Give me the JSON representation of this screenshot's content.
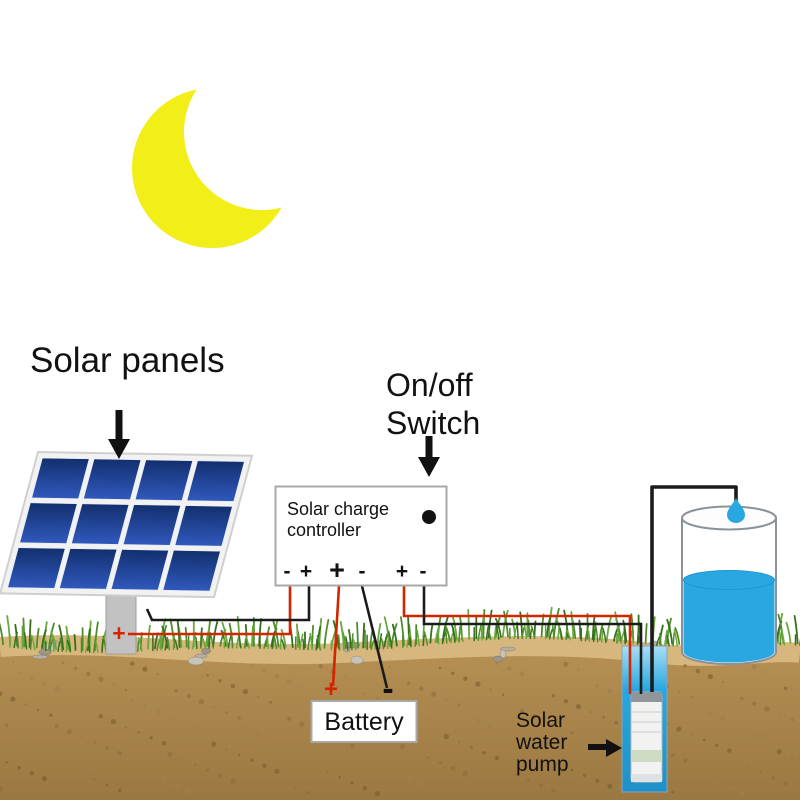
{
  "labels": {
    "solar_panels": "Solar panels",
    "on_off_line1": "On/off",
    "on_off_line2": "Switch",
    "controller_line1": "Solar charge",
    "controller_line2": "controller",
    "battery": "Battery",
    "pump_line1": "Solar",
    "pump_line2": "water",
    "pump_line3": "pump"
  },
  "terminals": {
    "controller": [
      {
        "sign": "-",
        "fill": "#1a1a1a"
      },
      {
        "sign": "+",
        "fill": "#1a1a1a"
      },
      {
        "sign": "+",
        "fill": "#d42400"
      },
      {
        "sign": "-",
        "fill": "#1a1a1a"
      },
      {
        "sign": "+",
        "fill": "#1a1a1a"
      },
      {
        "sign": "-",
        "fill": "#1a1a1a"
      }
    ],
    "battery_plus": "+",
    "battery_minus": "-",
    "panel_plus": "+"
  },
  "colors": {
    "moon": "#f2ee18",
    "panel-cell-light": "#3059bd",
    "panel-cell-dark": "#122f6e",
    "panel-frame": "#f2f2f2",
    "water": "#29a7e0",
    "well-top": "#a9def5",
    "soil-top": "#d8b77e",
    "soil-mid": "#b89155",
    "soil-deep": "#9a7841",
    "grass-dark": "#37701d",
    "grass-mid": "#4f8d2b",
    "grass-light": "#6aa83e",
    "wire-red": "#d42400",
    "wire-black": "#1b1b1b",
    "ink": "#111111"
  }
}
